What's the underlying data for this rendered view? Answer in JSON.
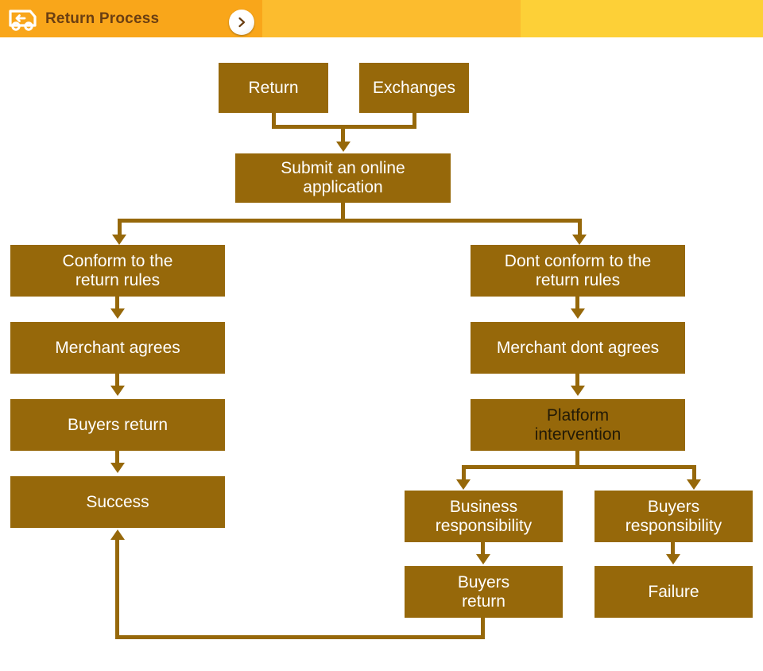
{
  "header": {
    "title": "Return Process",
    "icon": "return-truck-icon",
    "next_button_icon": "chevron-right-icon",
    "bands": [
      {
        "name": "band-left",
        "color": "#f9a61a"
      },
      {
        "name": "band-mid",
        "color": "#fcbc2e"
      },
      {
        "name": "band-right",
        "color": "#fdd037"
      }
    ]
  },
  "theme": {
    "node_fill": "#96680a",
    "node_text": "#ffffff",
    "node_text_dark": "#231a06",
    "connector": "#96680a",
    "canvas": "#ffffff",
    "title_text": "#6b3f12"
  },
  "flow": {
    "nodes": [
      {
        "id": "return",
        "label": "Return",
        "text_style": "light"
      },
      {
        "id": "exchanges",
        "label": "Exchanges",
        "text_style": "light"
      },
      {
        "id": "submit-application",
        "label": "Submit an online\napplication",
        "text_style": "light"
      },
      {
        "id": "conform-rules",
        "label": "Conform to the\nreturn rules",
        "text_style": "light"
      },
      {
        "id": "dont-conform-rules",
        "label": "Dont conform to the\nreturn rules",
        "text_style": "light"
      },
      {
        "id": "merchant-agrees",
        "label": "Merchant agrees",
        "text_style": "light"
      },
      {
        "id": "merchant-dont-agrees",
        "label": "Merchant dont agrees",
        "text_style": "light"
      },
      {
        "id": "buyers-return-left",
        "label": "Buyers return",
        "text_style": "light"
      },
      {
        "id": "platform-intervention",
        "label": "Platform\nintervention",
        "text_style": "dark"
      },
      {
        "id": "success",
        "label": "Success",
        "text_style": "light"
      },
      {
        "id": "business-responsibility",
        "label": "Business\nresponsibility",
        "text_style": "light"
      },
      {
        "id": "buyers-responsibility",
        "label": "Buyers\nresponsibility",
        "text_style": "light"
      },
      {
        "id": "buyers-return-right",
        "label": "Buyers\nreturn",
        "text_style": "light"
      },
      {
        "id": "failure",
        "label": "Failure",
        "text_style": "light"
      }
    ]
  }
}
